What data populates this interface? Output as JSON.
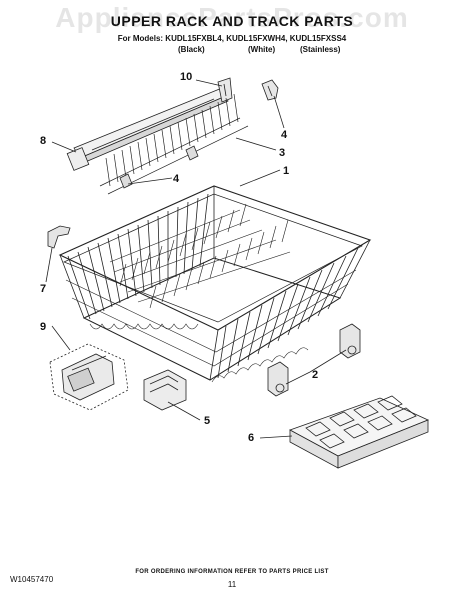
{
  "watermark": "AppliancePartsPros.com",
  "title": "UPPER RACK AND TRACK PARTS",
  "models_line": "For Models: KUDL15FXBL4, KUDL15FXWH4, KUDL15FXSS4",
  "finishes": [
    "(Black)",
    "(White)",
    "(Stainless)"
  ],
  "callouts": {
    "c10": "10",
    "c8": "8",
    "c4a": "4",
    "c3": "3",
    "c4b": "4",
    "c1": "1",
    "c7": "7",
    "c9": "9",
    "c2": "2",
    "c5": "5",
    "c6": "6"
  },
  "footer": {
    "ordering": "FOR ORDERING INFORMATION REFER TO PARTS PRICE LIST",
    "doc_number": "W10457470",
    "page_number": "11"
  }
}
